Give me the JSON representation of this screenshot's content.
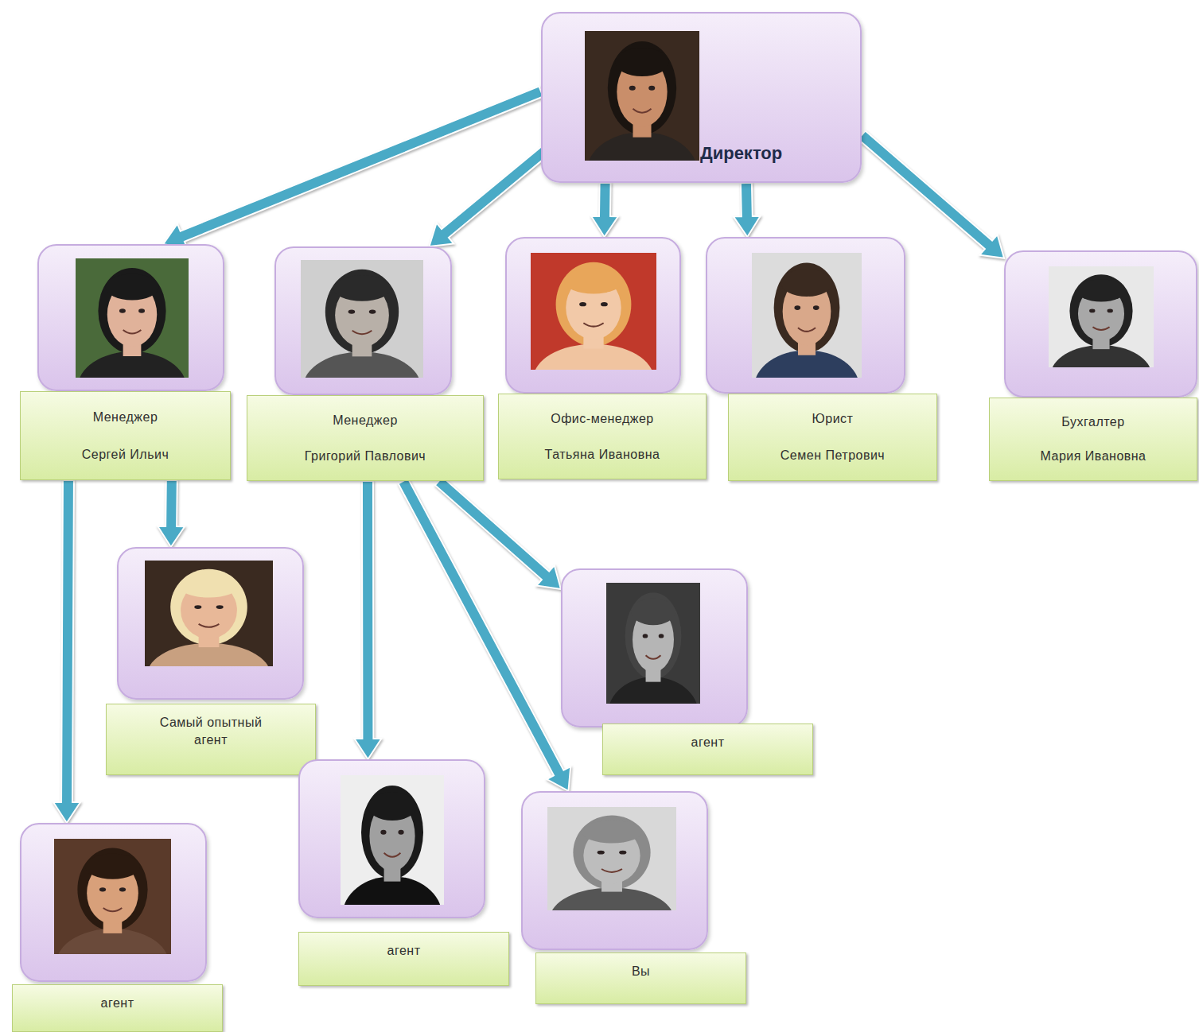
{
  "diagram": {
    "nodes": [
      {
        "text": [
          "Директор"
        ]
      },
      {
        "text": [
          "Менеджер",
          "Сергей Ильич"
        ]
      },
      {
        "text": [
          "Менеджер",
          "Григорий Павлович"
        ]
      },
      {
        "text": [
          "Офис-менеджер",
          "Татьяна Ивановна"
        ]
      },
      {
        "text": [
          "Юрист",
          "Семен Петрович"
        ]
      },
      {
        "text": [
          "Бухгалтер",
          "Мария Ивановна"
        ]
      },
      {
        "text": [
          "Самый опытный агент"
        ]
      },
      {
        "text": [
          "агент"
        ]
      },
      {
        "text": [
          "агент"
        ]
      },
      {
        "text": [
          "Вы"
        ]
      },
      {
        "text": [
          "агент"
        ]
      }
    ],
    "edges": [
      {
        "from": 0,
        "to": 1,
        "arrow": "to"
      },
      {
        "from": 0,
        "to": 2,
        "arrow": "to"
      },
      {
        "from": 0,
        "to": 3,
        "arrow": "to"
      },
      {
        "from": 0,
        "to": 4,
        "arrow": "to"
      },
      {
        "from": 0,
        "to": 5,
        "arrow": "to"
      },
      {
        "from": 1,
        "to": 6,
        "arrow": "to"
      },
      {
        "from": 1,
        "to": 10,
        "arrow": "to"
      },
      {
        "from": 2,
        "to": 8,
        "arrow": "to"
      },
      {
        "from": 2,
        "to": 9,
        "arrow": "to"
      },
      {
        "from": 2,
        "to": 7,
        "arrow": "to"
      }
    ]
  }
}
